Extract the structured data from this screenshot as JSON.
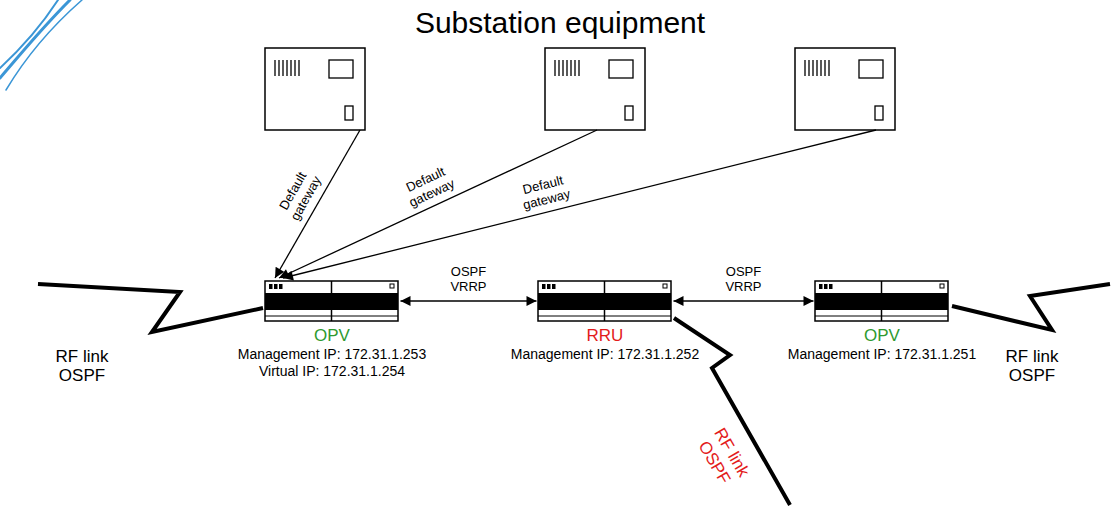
{
  "diagram": {
    "title": "Substation equipment",
    "nodes": [
      {
        "text": [
          "OPV",
          "Management IP: 172.31.1.253",
          "Virtual IP: 172.31.1.254"
        ]
      },
      {
        "text": [
          "RRU",
          "Management IP: 172.31.1.252"
        ]
      },
      {
        "text": [
          "OPV",
          "Management IP: 172.31.1.251"
        ]
      }
    ],
    "edges": [
      {
        "from": 0,
        "to": 1,
        "arrow": "both",
        "label": "OSPF VRRP"
      },
      {
        "from": 1,
        "to": 2,
        "arrow": "both",
        "label": "OSPF VRRP"
      }
    ],
    "labels": [
      "Default gateway",
      "Default gateway",
      "Default gateway",
      "RF link OSPF",
      "RF link OSPF",
      "RF link OSPF"
    ]
  }
}
